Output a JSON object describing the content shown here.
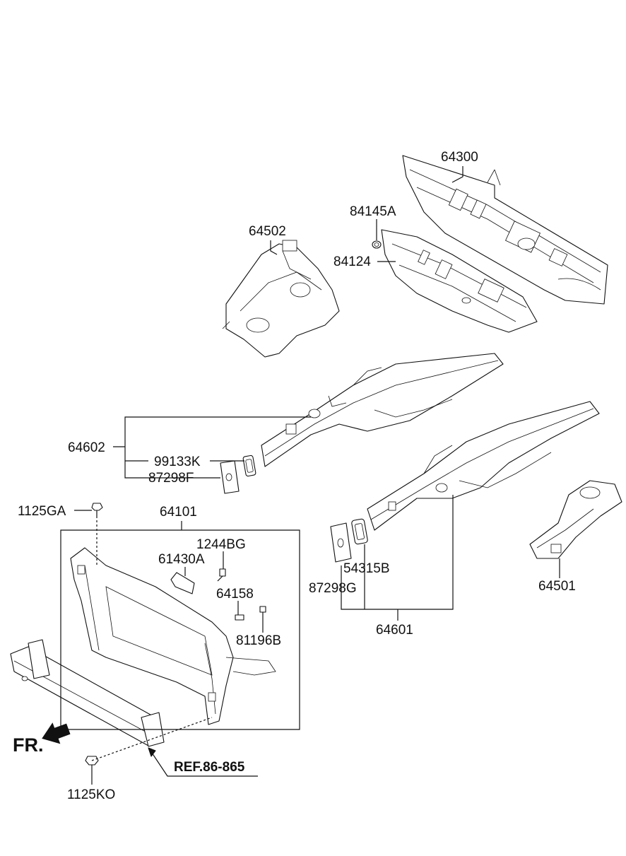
{
  "labels": {
    "p64300": "64300",
    "p84145A": "84145A",
    "p84124": "84124",
    "p64502": "64502",
    "p64602": "64602",
    "p99133K": "99133K",
    "p87298F": "87298F",
    "p1125GA": "1125GA",
    "p64101": "64101",
    "p1244BG": "1244BG",
    "p61430A": "61430A",
    "p64158": "64158",
    "p81196B": "81196B",
    "p54315B": "54315B",
    "p87298G": "87298G",
    "p64601": "64601",
    "p64501": "64501",
    "p1125KO": "1125KO",
    "ref": "REF.86-865",
    "fr": "FR."
  }
}
